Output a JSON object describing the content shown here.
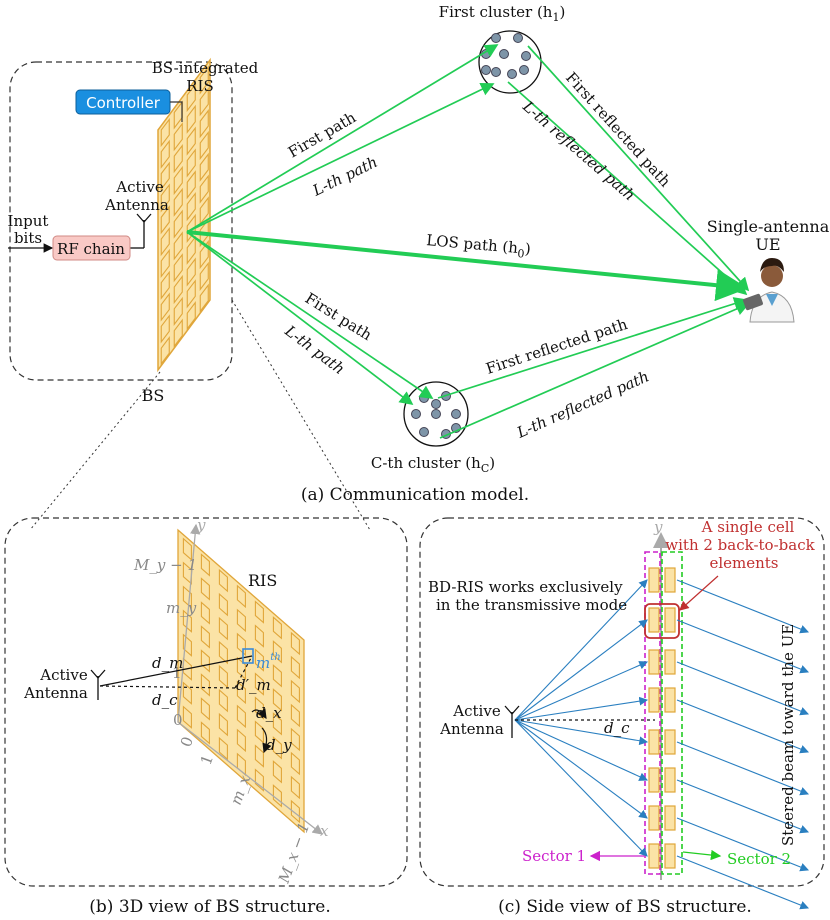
{
  "top": {
    "bs_ris_label_1": "BS-integrated",
    "bs_ris_label_2": "RIS",
    "controller_label": "Controller",
    "active_antenna_1": "Active",
    "active_antenna_2": "Antenna",
    "input_bits_1": "Input",
    "input_bits_2": "bits",
    "rf_chain_label": "RF chain",
    "bs_label": "BS",
    "first_cluster_label": "First cluster (h",
    "first_cluster_sub": "1",
    "cth_cluster_label": "C-th cluster (h",
    "cth_cluster_sub": "C",
    "first_path_upper": "First path",
    "lth_path_upper": "L-th path",
    "first_reflected_upper": "First reflected path",
    "lth_reflected_upper": "L-th reflected path",
    "los_path": "LOS path (h",
    "los_sub": "0",
    "ue_label_1": "Single-antenna",
    "ue_label_2": "UE",
    "first_path_lower": "First path",
    "lth_path_lower": "L-th path",
    "first_reflected_lower": "First reflected path",
    "lth_reflected_lower": "L-th reflected path",
    "caption": "(a) Communication model."
  },
  "panel_b": {
    "y_axis": "y",
    "x_axis": "x",
    "my_minus_1": "M_y − 1",
    "my": "m_y",
    "ris_label": "RIS",
    "mth": "m",
    "mth_sup": "th",
    "dm": "d_m",
    "dm_prime": "d′_m",
    "dc": "d_c",
    "dx": "d_x",
    "dy": "d_y",
    "active_antenna_1": "Active",
    "active_antenna_2": "Antenna",
    "zero_y": "0",
    "zero_x": "0",
    "one_y": "1",
    "one_x": "1",
    "mx": "m_x",
    "mx_minus_1": "M_x − 1",
    "caption": "(b) 3D view of BS structure."
  },
  "panel_c": {
    "y_axis": "y",
    "bdris_1": "BD-RIS works exclusively",
    "bdris_2": "in the transmissive mode",
    "single_cell_1": "A single cell",
    "single_cell_2": "with 2 back-to-back",
    "single_cell_3": "elements",
    "active_antenna_1": "Active",
    "active_antenna_2": "Antenna",
    "dc": "d_c",
    "steered": "Steered beam toward the UE",
    "sector1": "Sector 1",
    "sector2": "Sector 2",
    "caption": "(c) Side view of BS structure."
  },
  "colors": {
    "green_path": "#22cc55",
    "blue_beam": "#2a7fc0",
    "ris_fill": "#fbe3a6",
    "ris_stroke": "#e0a63a",
    "controller": "#1a8fe0",
    "rf_chain": "#f9c9c5",
    "sector1": "#cc22cc",
    "sector2": "#22cc22",
    "cell_red": "#c03030",
    "cluster_dot": "#7e95a8"
  }
}
